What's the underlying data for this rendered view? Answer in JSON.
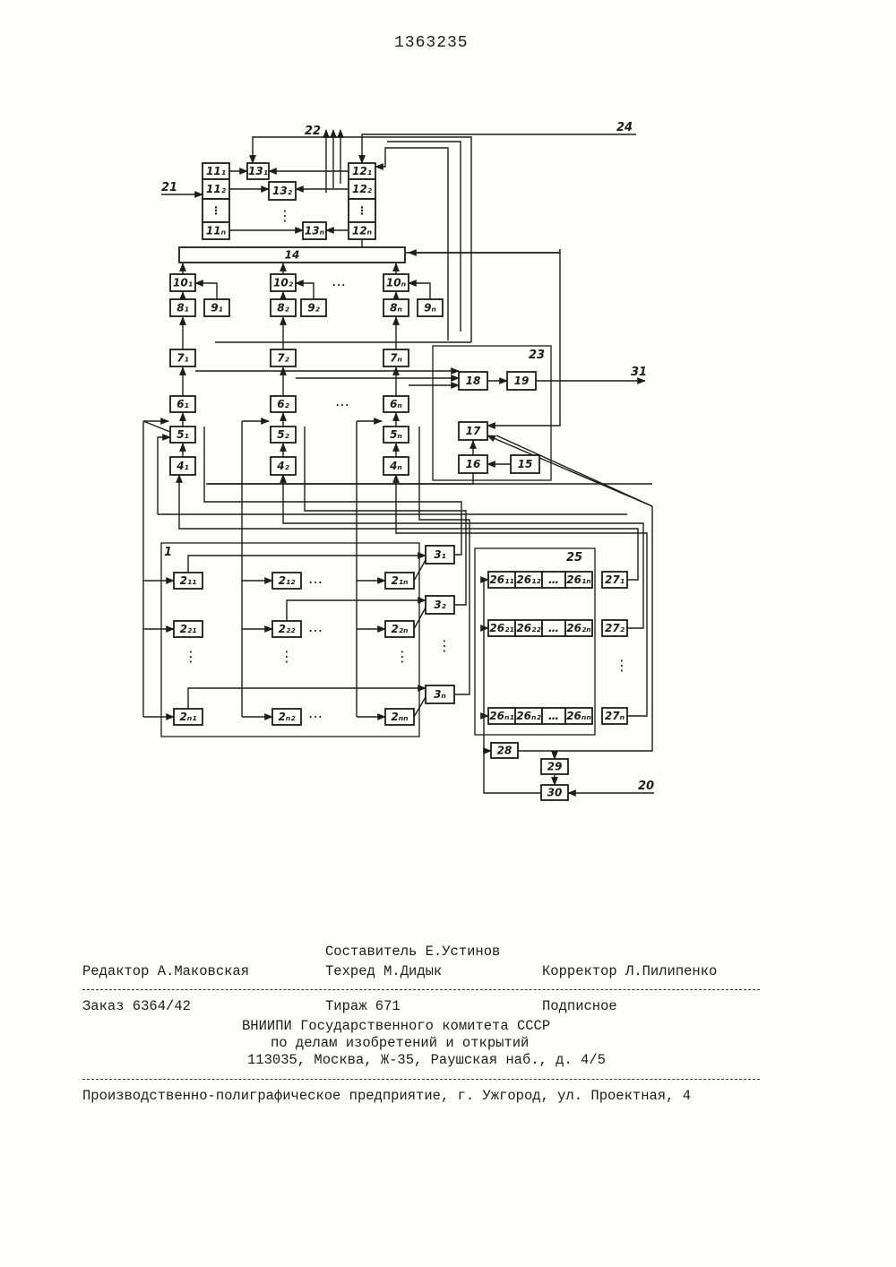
{
  "patent_number": "1363235",
  "diagram": {
    "blocks": [
      {
        "id": "b11_1",
        "label": "11₁"
      },
      {
        "id": "b11_2",
        "label": "11₂"
      },
      {
        "id": "b11_d",
        "label": "⋮"
      },
      {
        "id": "b11_n",
        "label": "11ₙ"
      },
      {
        "id": "b13_1",
        "label": "13₁"
      },
      {
        "id": "b13_2",
        "label": "13₂"
      },
      {
        "id": "b13_n",
        "label": "13ₙ"
      },
      {
        "id": "b12_1",
        "label": "12₁"
      },
      {
        "id": "b12_2",
        "label": "12₂"
      },
      {
        "id": "b12_d",
        "label": "⋮"
      },
      {
        "id": "b12_n",
        "label": "12ₙ"
      },
      {
        "id": "b14",
        "label": "14"
      },
      {
        "id": "b10_1",
        "label": "10₁"
      },
      {
        "id": "b10_2",
        "label": "10₂"
      },
      {
        "id": "b10_n",
        "label": "10ₙ"
      },
      {
        "id": "b8_1",
        "label": "8₁"
      },
      {
        "id": "b9_1",
        "label": "9₁"
      },
      {
        "id": "b8_2",
        "label": "8₂"
      },
      {
        "id": "b9_2",
        "label": "9₂"
      },
      {
        "id": "b8_n",
        "label": "8ₙ"
      },
      {
        "id": "b9_n",
        "label": "9ₙ"
      },
      {
        "id": "b7_1",
        "label": "7₁"
      },
      {
        "id": "b7_2",
        "label": "7₂"
      },
      {
        "id": "b7_n",
        "label": "7ₙ"
      },
      {
        "id": "b6_1",
        "label": "6₁"
      },
      {
        "id": "b6_2",
        "label": "6₂"
      },
      {
        "id": "b6_n",
        "label": "6ₙ"
      },
      {
        "id": "b5_1",
        "label": "5₁"
      },
      {
        "id": "b5_2",
        "label": "5₂"
      },
      {
        "id": "b5_n",
        "label": "5ₙ"
      },
      {
        "id": "b4_1",
        "label": "4₁"
      },
      {
        "id": "b4_2",
        "label": "4₂"
      },
      {
        "id": "b4_n",
        "label": "4ₙ"
      },
      {
        "id": "b18",
        "label": "18"
      },
      {
        "id": "b19",
        "label": "19"
      },
      {
        "id": "b17",
        "label": "17"
      },
      {
        "id": "b16",
        "label": "16"
      },
      {
        "id": "b15",
        "label": "15"
      },
      {
        "id": "b3_1",
        "label": "3₁"
      },
      {
        "id": "b3_2",
        "label": "3₂"
      },
      {
        "id": "b3_n",
        "label": "3ₙ"
      },
      {
        "id": "b2_11",
        "label": "2₁₁"
      },
      {
        "id": "b2_12",
        "label": "2₁₂"
      },
      {
        "id": "b2_1n",
        "label": "2₁ₙ"
      },
      {
        "id": "b2_21",
        "label": "2₂₁"
      },
      {
        "id": "b2_22",
        "label": "2₂₂"
      },
      {
        "id": "b2_2n",
        "label": "2₂ₙ"
      },
      {
        "id": "b2_n1",
        "label": "2ₙ₁"
      },
      {
        "id": "b2_n2",
        "label": "2ₙ₂"
      },
      {
        "id": "b2_nn",
        "label": "2ₙₙ"
      },
      {
        "id": "b26_11",
        "label": "26₁₁"
      },
      {
        "id": "b26_12",
        "label": "26₁₂"
      },
      {
        "id": "b26_d1",
        "label": "…"
      },
      {
        "id": "b26_1n",
        "label": "26₁ₙ"
      },
      {
        "id": "b27_1",
        "label": "27₁"
      },
      {
        "id": "b26_21",
        "label": "26₂₁"
      },
      {
        "id": "b26_22",
        "label": "26₂₂"
      },
      {
        "id": "b26_d2",
        "label": "…"
      },
      {
        "id": "b26_2n",
        "label": "26₂ₙ"
      },
      {
        "id": "b27_2",
        "label": "27₂"
      },
      {
        "id": "b26_n1",
        "label": "26ₙ₁"
      },
      {
        "id": "b26_n2",
        "label": "26ₙ₂"
      },
      {
        "id": "b26_dn",
        "label": "…"
      },
      {
        "id": "b26_nn",
        "label": "26ₙₙ"
      },
      {
        "id": "b27_n",
        "label": "27ₙ"
      },
      {
        "id": "b28",
        "label": "28"
      },
      {
        "id": "b29",
        "label": "29"
      },
      {
        "id": "b30",
        "label": "30"
      }
    ],
    "terminals": [
      "21",
      "22",
      "24",
      "31",
      "20"
    ],
    "frames": [
      "1",
      "23",
      "25"
    ],
    "ellipsis": "…",
    "vdots": "⋮"
  },
  "imprint": {
    "compiler": "Составитель Е.Устинов",
    "editor": "Редактор А.Маковская",
    "techred": "Техред М.Дидык",
    "corrector": "Корректор Л.Пилипенко",
    "order": "Заказ 6364/42",
    "circulation": "Тираж 671",
    "subscription": "Подписное",
    "org_line1": "ВНИИПИ Государственного комитета СССР",
    "org_line2": "по делам изобретений и открытий",
    "org_address": "113035, Москва, Ж-35, Раушская наб., д. 4/5",
    "printer": "Производственно-полиграфическое предприятие, г. Ужгород, ул. Проектная, 4"
  }
}
